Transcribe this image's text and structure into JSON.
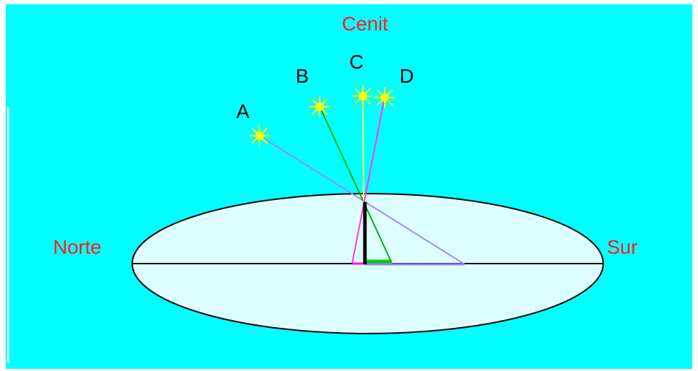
{
  "labels": {
    "zenith": "Cenit",
    "north": "Norte",
    "south": "Sur",
    "star_a": "A",
    "star_b": "B",
    "star_c": "C",
    "star_d": "D"
  },
  "colors": {
    "background": "#00ffff",
    "horizon_fill": "#ddffff",
    "horizon_line": "#000000",
    "label_red": "#ff1f1f",
    "label_black": "#000000",
    "star": "#ffff00",
    "star_a_ray": "#9b8cff",
    "star_b_ray": "#00b000",
    "star_c_ray": "#ffff66",
    "star_d_ray": "#ff33ff",
    "gnomon": "#000000",
    "shadow_b": "#00cc00",
    "shadow_a": "#8f7fff",
    "shadow_d": "#ff00ff"
  },
  "icons": {
    "star_a": "sun-icon",
    "star_b": "sun-icon",
    "star_c": "sun-icon",
    "star_d": "sun-icon",
    "gnomon": "vertical-rod-icon"
  }
}
